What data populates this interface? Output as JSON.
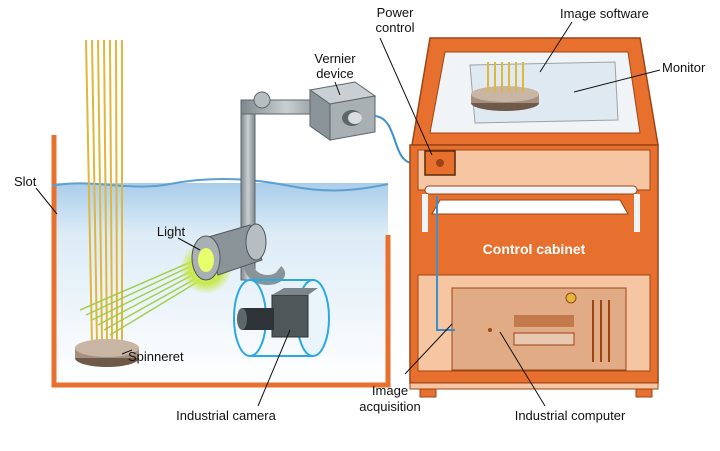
{
  "labels": {
    "power_control_line1": "Power",
    "power_control_line2": "control",
    "image_software": "Image software",
    "monitor": "Monitor",
    "vernier_line1": "Vernier",
    "vernier_line2": "device",
    "slot": "Slot",
    "light": "Light",
    "spinneret": "Spinneret",
    "industrial_camera": "Industrial camera",
    "control_cabinet": "Control cabinet",
    "image_acq_line1": "Image",
    "image_acq_line2": "acquisition",
    "industrial_computer": "Industrial computer"
  },
  "colors": {
    "cabinet": "#e8702e",
    "cabinet_light": "#f6c6a3",
    "water": "#dcebf6",
    "fibers": "#e0b63c",
    "metal": "#9aa3a8",
    "camera_ring": "#2aa8e0",
    "light_glow": "#c7e84c"
  }
}
